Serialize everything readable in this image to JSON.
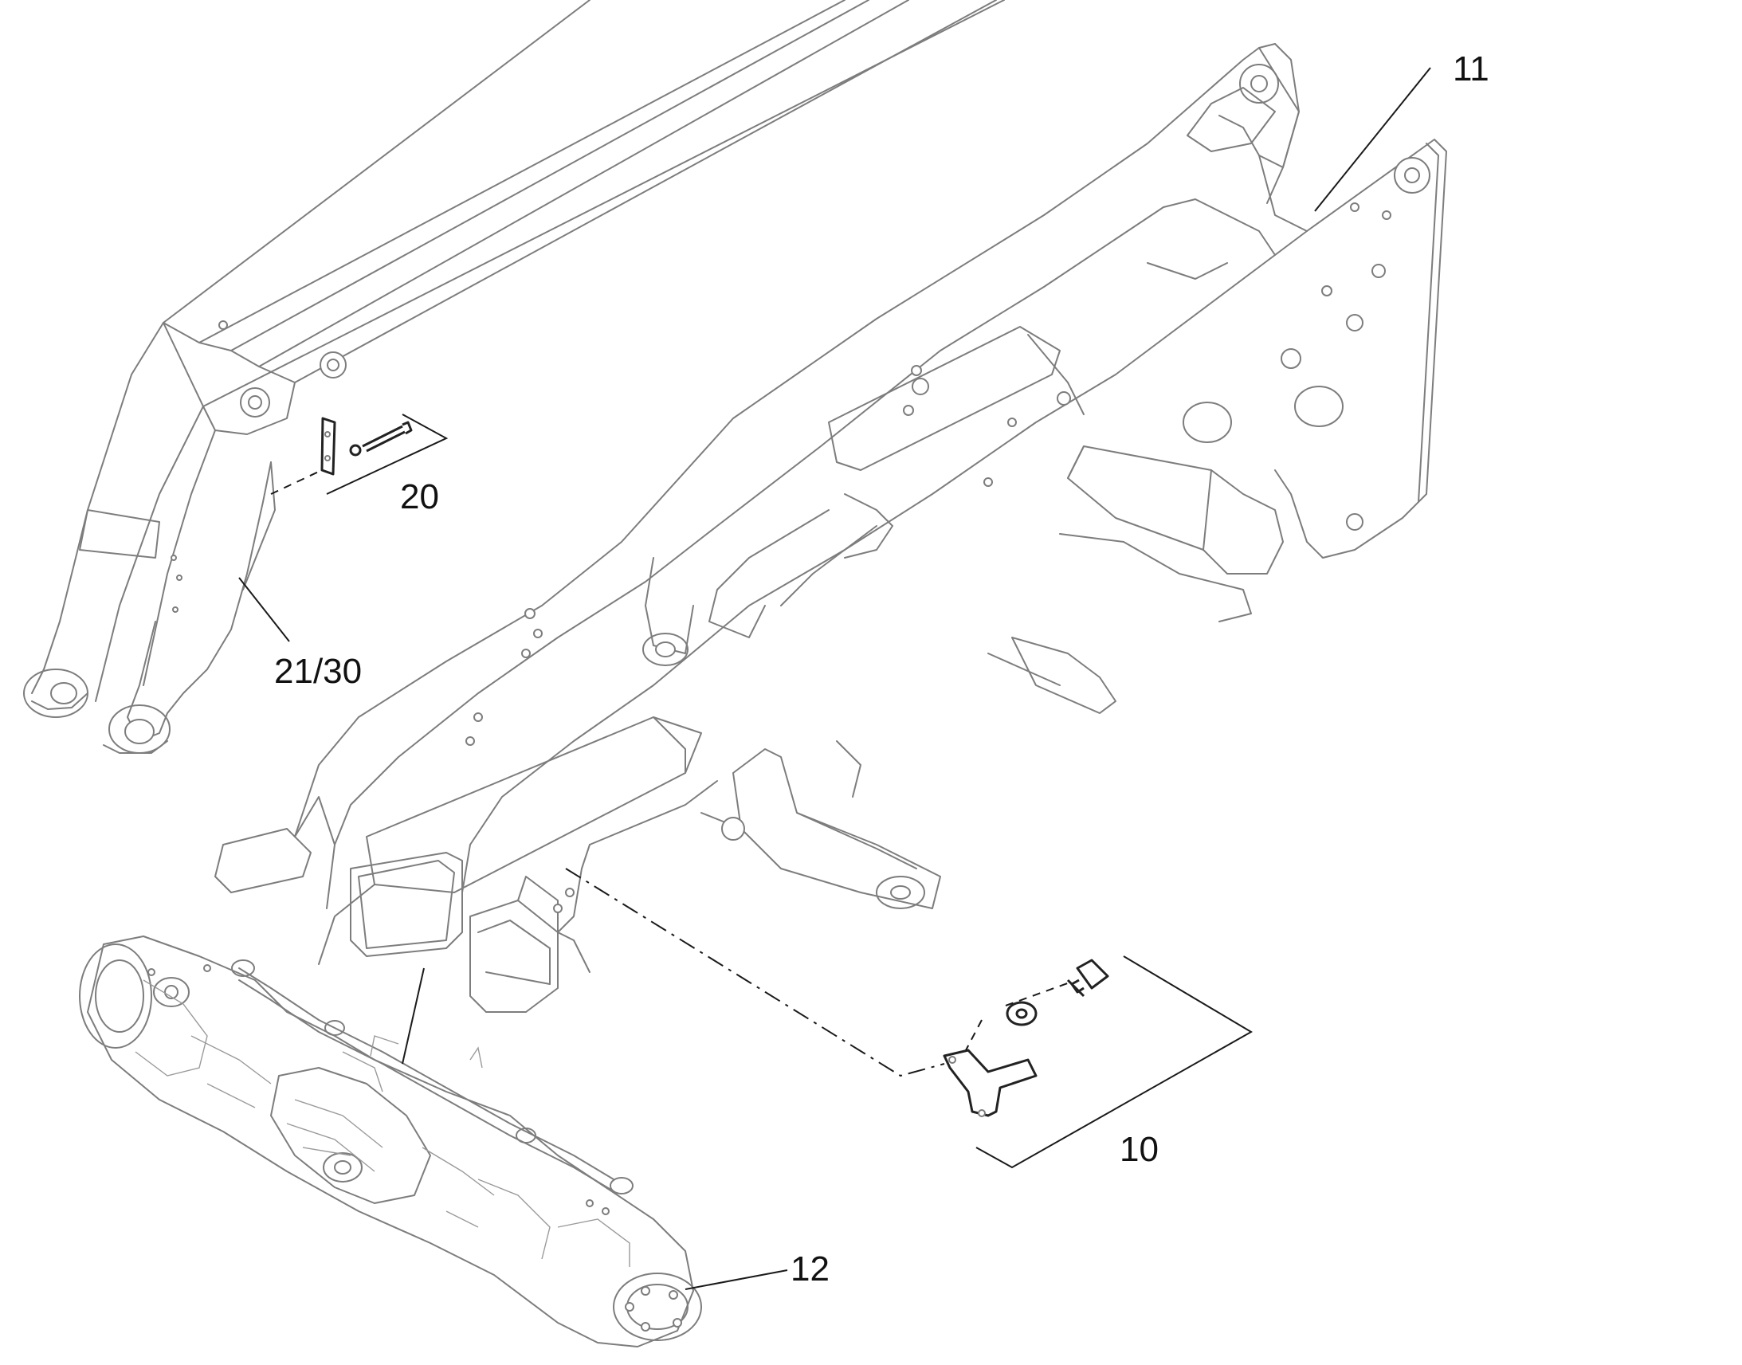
{
  "callouts": {
    "c11": "11",
    "c20": "20",
    "c21_30": "21/30",
    "c10": "10",
    "c12": "12"
  },
  "colors": {
    "line": "#7d7d7d",
    "leader": "#1a1a1a",
    "background": "#ffffff"
  }
}
